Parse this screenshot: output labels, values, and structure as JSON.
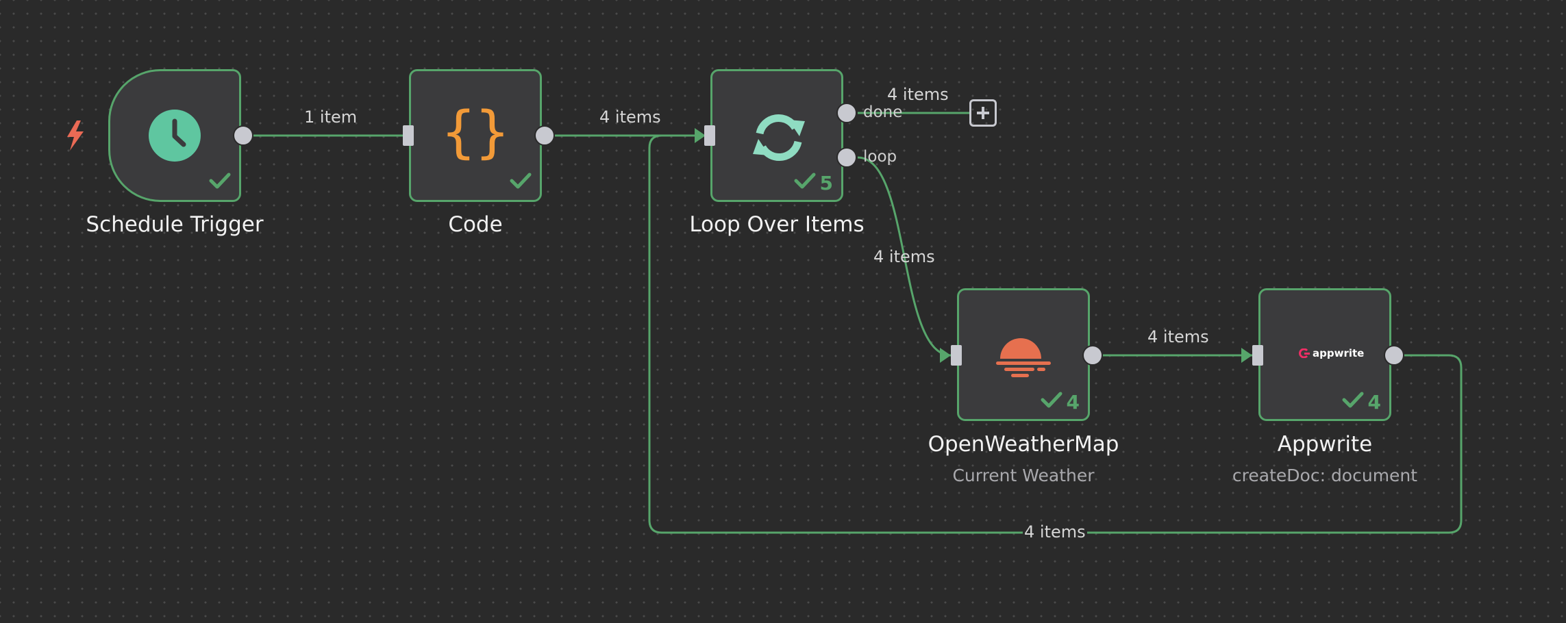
{
  "nodes": {
    "schedule": {
      "title": "Schedule Trigger"
    },
    "code": {
      "title": "Code",
      "icon_glyph": "{}"
    },
    "loop": {
      "title": "Loop Over Items",
      "count": "5",
      "output_done": "done",
      "output_loop": "loop"
    },
    "weather": {
      "title": "OpenWeatherMap",
      "subtitle": "Current Weather",
      "count": "4"
    },
    "appwrite": {
      "title": "Appwrite",
      "subtitle": "createDoc: document",
      "count": "4",
      "logo_text": "appwrite"
    }
  },
  "edges": {
    "schedule_to_code": "1 item",
    "code_to_loop": "4 items",
    "loop_done": "4 items",
    "loop_to_weather": "4 items",
    "weather_to_appwrite": "4 items",
    "appwrite_to_loop": "4 items"
  },
  "icons": {
    "trigger": "lightning-icon",
    "schedule": "clock-icon",
    "code": "braces-icon",
    "loop": "refresh-icon",
    "weather": "sunset-icon",
    "add": "plus-icon",
    "success": "checkmark-icon"
  },
  "colors": {
    "edge": "#57a56b",
    "success": "#57a56b",
    "trigger": "#ea6a55",
    "clock": "#5fc6a0",
    "code": "#f29a38",
    "loop": "#8fdcc2",
    "weather": "#e6704f",
    "appwrite": "#f02e65"
  }
}
